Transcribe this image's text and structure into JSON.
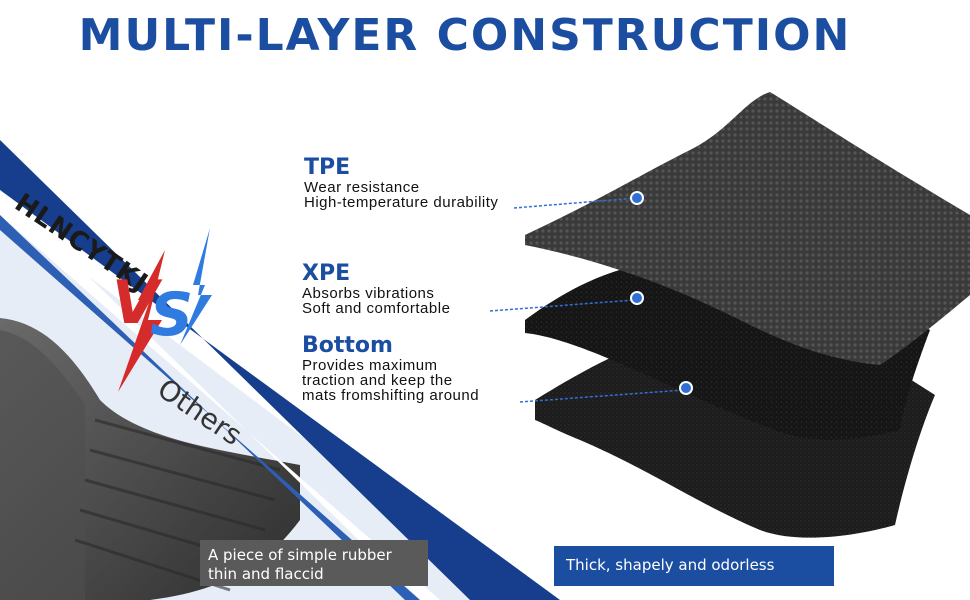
{
  "header": {
    "title": "MULTI-LAYER  CONSTRUCTION"
  },
  "comparison": {
    "brand": "HLNCYTKJ",
    "vs_v": "V",
    "vs_s": "S",
    "others": "Others"
  },
  "layers": [
    {
      "name": "TPE",
      "lines": [
        "Wear resistance",
        "High-temperature durability"
      ]
    },
    {
      "name": "XPE",
      "lines": [
        "Absorbs vibrations",
        "Soft and comfortable"
      ]
    },
    {
      "name": "Bottom",
      "lines": [
        "Provides maximum",
        "traction and keep the",
        "mats fromshifting around"
      ]
    }
  ],
  "captions": {
    "left": [
      "A piece of simple rubber",
      "thin and flaccid"
    ],
    "right": "Thick, shapely and odorless"
  },
  "colors": {
    "brand_blue": "#1b4da0",
    "vs_red": "#d62b2b",
    "vs_blue": "#2f7be0",
    "caption_gray": "#5a5a5a"
  }
}
